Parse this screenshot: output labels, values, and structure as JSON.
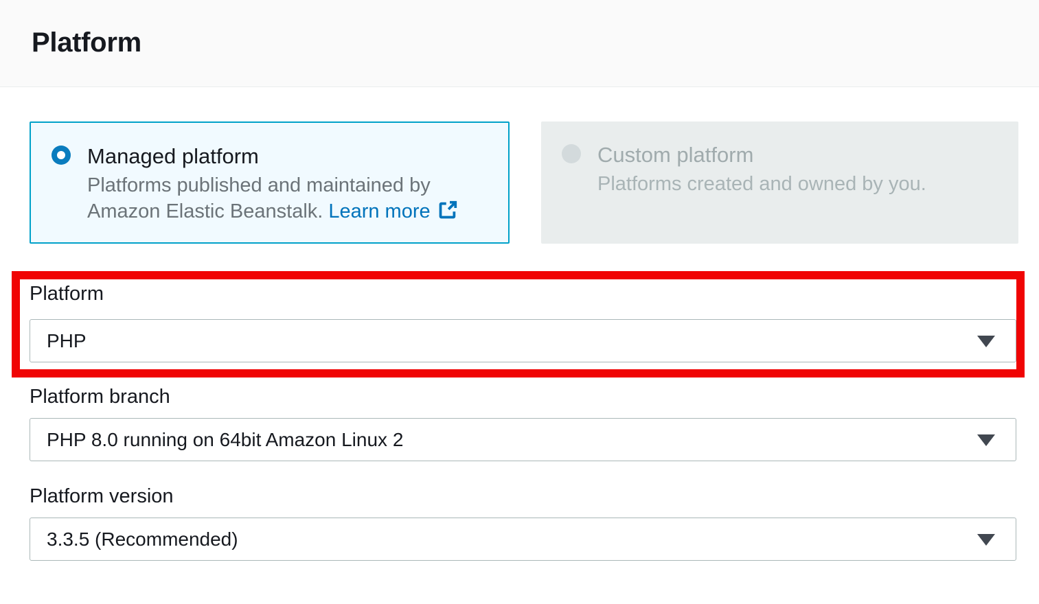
{
  "header": {
    "title": "Platform"
  },
  "options": {
    "managed": {
      "title": "Managed platform",
      "desc_line1": "Platforms published and maintained by",
      "desc_line2": "Amazon Elastic Beanstalk.",
      "link_label": "Learn more",
      "state": "selected"
    },
    "custom": {
      "title": "Custom platform",
      "desc": "Platforms created and owned by you.",
      "state": "disabled"
    }
  },
  "fields": {
    "platform": {
      "label": "Platform",
      "value": "PHP",
      "highlighted": true
    },
    "branch": {
      "label": "Platform branch",
      "value": "PHP 8.0 running on 64bit Amazon Linux 2"
    },
    "version": {
      "label": "Platform version",
      "value": "3.3.5 (Recommended)"
    }
  },
  "icons": {
    "radio_selected": "radio-selected",
    "radio_disabled": "radio-disabled",
    "external_link": "external-link",
    "caret_down": "caret-down"
  },
  "colors": {
    "selected_card_border": "#00a1c9",
    "selected_card_bg": "#f1faff",
    "radio_blue": "#0a7cbe",
    "link_blue": "#0073bb",
    "disabled_card_bg": "#e9eded",
    "highlight_red": "#f00404",
    "header_bg": "#fafafa",
    "input_border": "#aab7b8",
    "text_dark": "#16191f",
    "text_gray": "#6b7378"
  }
}
